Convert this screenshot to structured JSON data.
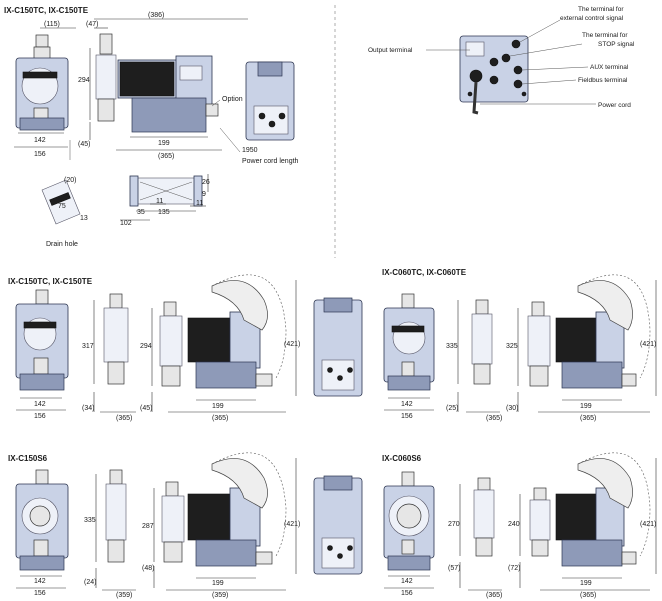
{
  "top_left": {
    "title": "IX-C150TC, IX-C150TE",
    "dims": {
      "d115": "(115)",
      "d47": "(47)",
      "d386": "(386)",
      "d294": "294",
      "d45": "(45)",
      "d142": "142",
      "d156": "156",
      "d199": "199",
      "d365": "(365)",
      "d1950": "1950",
      "d20": "(20)",
      "d75": "75",
      "d13": "13",
      "d26": "26",
      "d9": "9",
      "d11a": "11",
      "d11b": "11",
      "d135": "135",
      "d35": "35",
      "d102": "102"
    },
    "option": "Option",
    "power_cord_length": "Power cord length",
    "drain_hole": "Drain hole"
  },
  "terminal_panel": {
    "output_terminal": "Output terminal",
    "ext_control_line1": "The terminal for",
    "ext_control_line2": "external control signal",
    "stop_line1": "The terminal for",
    "stop_line2": "STOP signal",
    "aux": "AUX terminal",
    "fieldbus": "Fieldbus terminal",
    "power_cord": "Power cord"
  },
  "mid_left": {
    "title": "IX-C150TC, IX-C150TE",
    "dims": {
      "d142": "142",
      "d156": "156",
      "d34": "(34)",
      "d317": "317",
      "d365a": "(365)",
      "d294": "294",
      "d45": "(45)",
      "d199": "199",
      "d365b": "(365)",
      "d421": "(421)"
    }
  },
  "mid_right": {
    "title": "IX-C060TC, IX-C060TE",
    "dims": {
      "d142": "142",
      "d156": "156",
      "d25": "(25)",
      "d335": "335",
      "d365a": "(365)",
      "d325": "325",
      "d30": "(30)",
      "d199": "199",
      "d365b": "(365)",
      "d421": "(421)"
    }
  },
  "bot_left": {
    "title": "IX-C150S6",
    "dims": {
      "d142": "142",
      "d156": "156",
      "d24": "(24)",
      "d335": "335",
      "d359a": "(359)",
      "d287": "287",
      "d48": "(48)",
      "d199": "199",
      "d359b": "(359)",
      "d421": "(421)"
    }
  },
  "bot_right": {
    "title": "IX-C060S6",
    "dims": {
      "d142": "142",
      "d156": "156",
      "d57": "(57)",
      "d270": "270",
      "d365a": "(365)",
      "d240": "240",
      "d72": "(72)",
      "d199": "199",
      "d365b": "(365)",
      "d421": "(421)"
    }
  }
}
